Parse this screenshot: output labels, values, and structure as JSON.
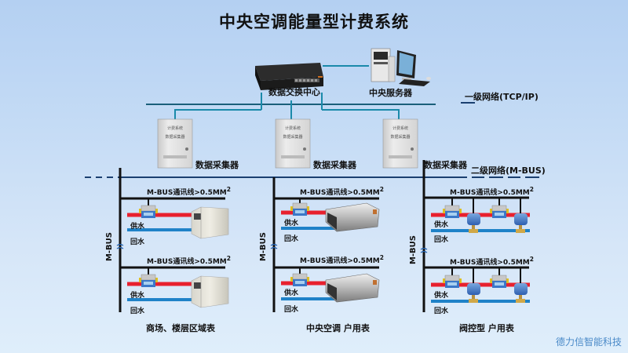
{
  "title": "中央空调能量型计费系统",
  "top": {
    "switch_label": "数据交换中心",
    "server_label": "中央服务器",
    "network1_label": "一级网络(TCP/IP)",
    "network2_label": "二级网络(M-BUS)"
  },
  "collectors": [
    {
      "label": "数据采集器",
      "panel_line1": "计费系统",
      "panel_line2": "数据采集器"
    },
    {
      "label": "数据采集器",
      "panel_line1": "计费系统",
      "panel_line2": "数据采集器"
    },
    {
      "label": "数据采集器",
      "panel_line1": "计费系统",
      "panel_line2": "数据采集器"
    }
  ],
  "sections": [
    {
      "caption": "商场、楼层区域表",
      "bus_label": "M-BUS",
      "rows": [
        {
          "wire_label": "M-BUS通讯线>0.5MM",
          "wire_sup": "2",
          "supply": "供水",
          "return": "回水"
        },
        {
          "wire_label": "M-BUS通讯线>0.5MM",
          "wire_sup": "2",
          "supply": "供水",
          "return": "回水"
        }
      ]
    },
    {
      "caption": "中央空调  户用表",
      "bus_label": "M-BUS",
      "rows": [
        {
          "wire_label": "M-BUS通讯线>0.5MM",
          "wire_sup": "2",
          "supply": "供水",
          "return": "回水"
        },
        {
          "wire_label": "M-BUS通讯线>0.5MM",
          "wire_sup": "2",
          "supply": "供水",
          "return": "回水"
        }
      ]
    },
    {
      "caption": "阀控型  户用表",
      "bus_label": "M-BUS",
      "rows": [
        {
          "wire_label": "M-BUS通讯线>0.5MM",
          "wire_sup": "2",
          "supply": "供水",
          "return": "回水"
        },
        {
          "wire_label": "M-BUS通讯线>0.5MM",
          "wire_sup": "2",
          "supply": "供水",
          "return": "回水"
        }
      ]
    }
  ],
  "brand": "德力信智能科技",
  "colors": {
    "tcp_line": "#1a5f7a",
    "collector_link": "#1a8aaa",
    "mbus_line": "#1a3f70",
    "wire": "#111111",
    "supply_pipe": "#e8202e",
    "return_pipe": "#1f82c8",
    "brand_text": "#4a8ac8"
  }
}
